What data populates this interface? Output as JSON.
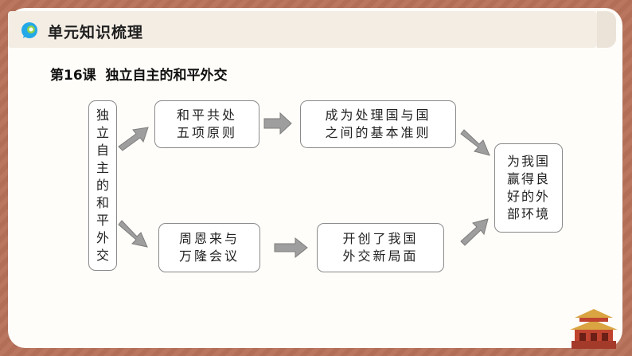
{
  "header": {
    "title": "单元知识梳理",
    "logo_icon": "speech-bubble-logo-icon"
  },
  "lesson": {
    "title": "第16课  独立自主的和平外交"
  },
  "diagram": {
    "root": "独\n立\n自\n主\n的\n和\n平\n外\n交",
    "upper_left": "和平共处\n五项原则",
    "upper_right": "成为处理国与国\n之间的基本准则",
    "lower_left": "周恩来与\n万隆会议",
    "lower_right": "开创了我国\n外交新局面",
    "result": "为我国\n赢得良\n好的外\n部环境"
  },
  "colors": {
    "frame": "#b8725a",
    "arrow": "#9e9e9e",
    "header_band": "#f3ede4"
  },
  "decoration": {
    "palace_icon": "chinese-palace-gate-icon"
  }
}
